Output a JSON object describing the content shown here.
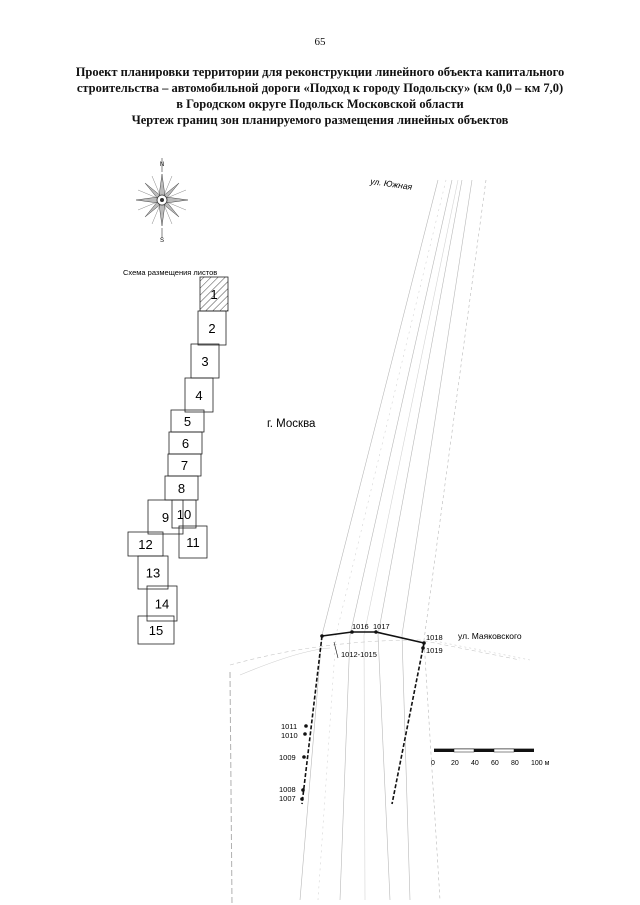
{
  "page": {
    "number": "65"
  },
  "title": {
    "line1": "Проект планировки территории для реконструкции линейного объекта капитального",
    "line2": "строительства – автомобильной дороги «Подход к городу Подольску» (км 0,0 – км 7,0)",
    "line3": "в Городском округе Подольск Московской области",
    "line4": "Чертеж границ зон планируемого размещения линейных объектов"
  },
  "compass": {
    "north": "N",
    "south": "S",
    "icon": "compass-rose-icon"
  },
  "sheet_scheme": {
    "title": "Схема размещения листов",
    "highlighted_sheet": "1",
    "sheets": [
      "1",
      "2",
      "3",
      "4",
      "5",
      "6",
      "7",
      "8",
      "9",
      "10",
      "11",
      "12",
      "13",
      "14",
      "15"
    ]
  },
  "labels": {
    "street_south": "ул. Южная",
    "city": "г. Москва",
    "street_mayakovsky": "ул. Маяковского"
  },
  "points": [
    "1016",
    "1017",
    "1018",
    "1019",
    "1012-1015",
    "1011",
    "1010",
    "1009",
    "1008",
    "1007"
  ],
  "scale_bar": {
    "ticks": [
      "0",
      "20",
      "40",
      "60",
      "80",
      "100 м"
    ]
  }
}
